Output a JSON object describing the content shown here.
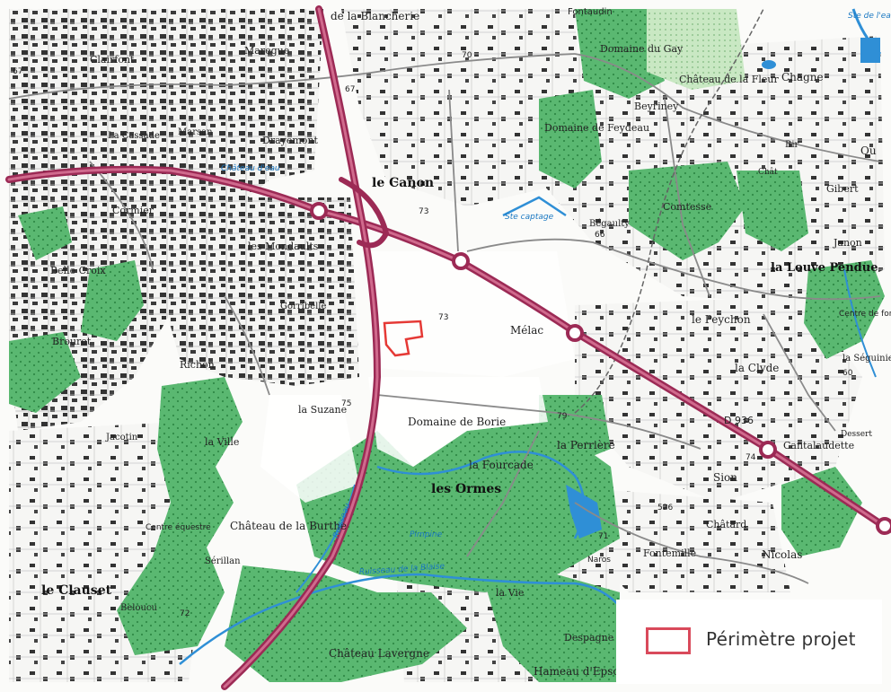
{
  "map": {
    "places": [
      "de la Blancherie",
      "Fontaudin",
      "Domaine du Gay",
      "Château de la Fleur",
      "Chagne",
      "Maregue",
      "Clairfont",
      "La Cassade",
      "Marsan",
      "Drayemont",
      "Domaine de Feydeau",
      "Beyriney",
      "Château d'eau",
      "le Canon",
      "Cormier",
      "les Mondaults",
      "Belle Croix",
      "Bégaulty",
      "Comtesse",
      "Gibert",
      "Janon",
      "la Louve Pendue",
      "Gorribelle",
      "Brouret",
      "Richon",
      "Mélac",
      "le Peychon",
      "Centre de formation",
      "la Clyde",
      "la Séguinie",
      "la Suzane",
      "Domaine de Borie",
      "la Ville",
      "Jacotin",
      "la Perrière",
      "D 936",
      "Dessert",
      "Cantalaudette",
      "la Fourcade",
      "les Ormes",
      "Sion",
      "Château de la Burthe",
      "Centre équestre",
      "Châtard",
      "Fontemille",
      "Naros",
      "Nicolas",
      "Sérillan",
      "le Clauset",
      "Beloucu",
      "la Vie",
      "Despagne",
      "Château Lavergne",
      "Hameau d'Epsom",
      "Qu",
      "Bir",
      "Chât"
    ],
    "elevations": [
      "67",
      "70",
      "67",
      "73",
      "66",
      "75",
      "79",
      "74",
      "72",
      "71",
      "73",
      "60",
      "526"
    ],
    "waters": [
      "Ste de l'eau",
      "Ste captage",
      "Ruisseau",
      "Ruisseau de la Blaise",
      "Pimpine"
    ],
    "colors": {
      "forest": "#5ab871",
      "forest_light": "#a9dba6",
      "road_main": "#9c2a55",
      "water": "#2f8fd6",
      "building": "#2c2c2c",
      "project": "#e53935"
    }
  },
  "legend": {
    "label": "Périmètre projet",
    "swatch_color": "#d94a5b"
  }
}
